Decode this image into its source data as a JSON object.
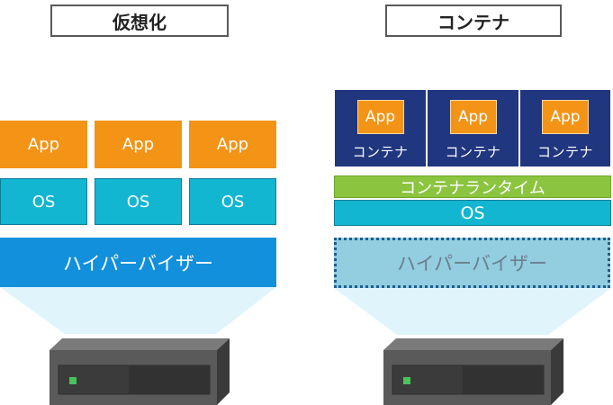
{
  "left": {
    "title": "仮想化",
    "apps": [
      "App",
      "App",
      "App"
    ],
    "oses": [
      "OS",
      "OS",
      "OS"
    ],
    "hypervisor": "ハイパーバイザー"
  },
  "right": {
    "title": "コンテナ",
    "containers": [
      {
        "app": "App",
        "label": "コンテナ"
      },
      {
        "app": "App",
        "label": "コンテナ"
      },
      {
        "app": "App",
        "label": "コンテナ"
      }
    ],
    "runtime": "コンテナランタイム",
    "os": "OS",
    "hypervisor": "ハイパーバイザー"
  },
  "colors": {
    "app": "#f39416",
    "os": "#12b6d1",
    "hypervisor": "#1390dc",
    "container": "#20367f",
    "runtime": "#8bc53f",
    "hypervisor_faded": "#92cde0",
    "funnel": "#dff4fb",
    "server_body": "#5a5a5a",
    "server_led": "#49c35a"
  }
}
